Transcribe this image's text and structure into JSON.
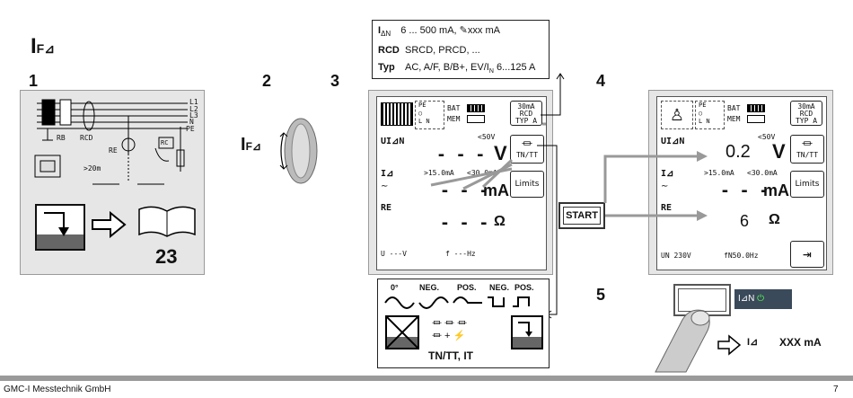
{
  "heading": {
    "main": "I",
    "sub": "F⊿"
  },
  "steps": [
    "1",
    "2",
    "3",
    "4",
    "5"
  ],
  "panel1": {
    "page_number": "23",
    "labels": {
      "l1": "L1",
      "l2": "L2",
      "l3": "L3",
      "n": "N",
      "pe": "PE",
      "rb": "RB",
      "rcd": "RCD",
      "re": "RE",
      "dist": ">20m",
      "rc": "RC"
    }
  },
  "step2": {
    "symbol_main": "I",
    "symbol_sub": "F⊿"
  },
  "info_box": {
    "row1_label": "I",
    "row1_label_sub": "ΔN",
    "row1_value": "6 ... 500 mA, ",
    "row1_value2": "xxx mA",
    "row2_label": "RCD",
    "row2_value": "SRCD, PRCD, ...",
    "row3_label": "Typ",
    "row3_value": "AC, A/F, B/B+, EV/I",
    "row3_sub": "N",
    "row3_value2": " 6...125 A"
  },
  "screen3": {
    "bat": "BAT",
    "mem": "MEM",
    "pe": "PE",
    "ln": "L N",
    "rcd_key": [
      "30mA",
      "RCD",
      "TYP A"
    ],
    "row_u_label": "UI⊿N",
    "row_u_small": "<50V",
    "row_u_value": "- - -",
    "row_u_unit": "V",
    "tn_key": "TN/TT",
    "row_i_label": "I⊿",
    "row_i_small1": ">15.0mA",
    "row_i_small2": "<30.0mA",
    "row_i_value": "- - -",
    "row_i_unit": "mA",
    "limits": "Limits",
    "row_re_label": "RE",
    "row_re_value": "- - -",
    "row_re_unit": "Ω",
    "bottom_u": "U  ---V",
    "bottom_f": "f  ---Hz"
  },
  "waveforms": {
    "labels": [
      "0°",
      "NEG.",
      "POS.",
      "NEG.",
      "POS."
    ],
    "network": "TN/TT, IT"
  },
  "screen4": {
    "bat": "BAT",
    "mem": "MEM",
    "pe": "PE",
    "ln": "L N",
    "rcd_key": [
      "30mA",
      "RCD",
      "TYP A"
    ],
    "row_u_label": "UI⊿N",
    "row_u_small": "<50V",
    "row_u_value": "0.2",
    "row_u_unit": "V",
    "tn_key": "TN/TT",
    "row_i_label": "I⊿",
    "row_i_small1": ">15.0mA",
    "row_i_small2": "<30.0mA",
    "row_i_value": "- - -",
    "row_i_unit": "mA",
    "limits": "Limits",
    "row_re_label": "RE",
    "row_re_value": "6",
    "row_re_unit": "Ω",
    "bottom_u": "UN 230V",
    "bottom_f": "fN50.0Hz",
    "start": "START"
  },
  "step5": {
    "key_label": "I⊿N",
    "result_label": "I⊿",
    "result_value": "XXX mA"
  },
  "footer": {
    "company": "GMC-I Messtechnik GmbH",
    "page": "7"
  }
}
